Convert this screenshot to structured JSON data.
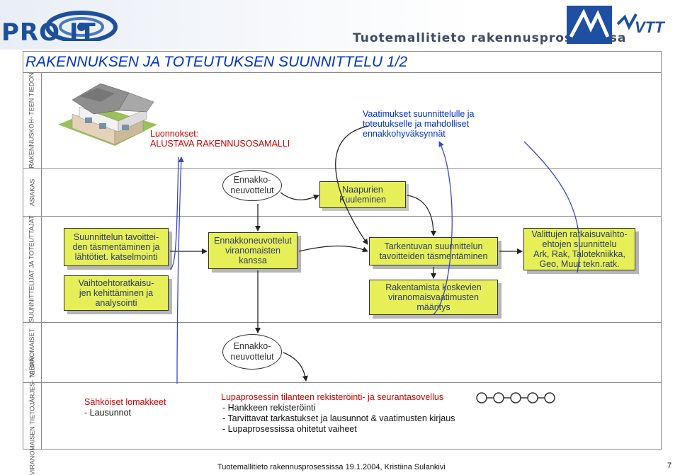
{
  "header": {
    "logo_text": "PRO IT",
    "tagline": "Tuotemallitieto rakennusprosessissa",
    "partner_logo_text": "VTT"
  },
  "title": "RAKENNUKSEN JA TOTEUTUKSEN SUUNNITTELU  1/2",
  "lanes": {
    "lane1": "RAKENNUSKOH-\nTEEN TIEDON",
    "lane2": "ASIAKAS",
    "lane3": "SUUNNITTELIJAT JA\nTOTEUTTAJAT",
    "lane4": "VIRANOMAISET",
    "lane5": "VIRANOMAISEN\nTIETOJÄRJES-\nTELMÄ"
  },
  "lane1": {
    "sketch_label": "Luonnokset:\nALUSTAVA RAKENNUSOSAMALLI",
    "requirements_label": "Vaatimukset suunnittelulle ja\ntoteutukselle ja mahdolliset\nennakkohyväksynnät"
  },
  "lane2": {
    "oval_label": "Ennakko-\nneuvottelut",
    "box_label": "Naapurien\nKuuleminen"
  },
  "lane3": {
    "box1": "Suunnittelun tavoittei-\nden täsmentäminen ja\nlähtötiet. katselmointi",
    "box2": "Vaihtoehtoratkaisu-\njen kehittäminen ja\nanalysointi",
    "box3": "Ennakkoneuvottelut\nviranomaisten\nkanssa",
    "box4": "Tarkentuvan suunnittelun\ntavoitteiden täsmentäminen",
    "box5": "Rakentamista koskevien\nviranomaisvaatimusten\nmääritys",
    "box6": "Valittujen ratkaisuvaihto-\nehtojen suunnittelu\nArk, Rak, Talotekniikka,\nGeo, Muut tekn.ratk."
  },
  "lane4": {
    "oval_label": "Ennakko-\nneuvottelut"
  },
  "lane5": {
    "electronic_forms": "Sähköiset lomakkeet",
    "statements": "- Lausunnot",
    "process_title": "Lupaprosessin tilanteen rekisteröinti- ja seurantasovellus",
    "item1": "- Hankkeen rekisteröinti",
    "item2": "- Tarvittavat tarkastukset ja lausunnot & vaatimusten kirjaus",
    "item3": "- Lupaprosessissa ohitetut vaiheet"
  },
  "footer": "Tuotemallitieto rakennusprosessissa 19.1.2004, Kristiina Sulankivi",
  "page_number": "7",
  "colors": {
    "box_fill": "#e6ef58",
    "title_blue": "#0033cc",
    "text_red": "#cc0000",
    "arrow_blue": "#3a48c0",
    "logo_blue": "#1d4f9a"
  }
}
